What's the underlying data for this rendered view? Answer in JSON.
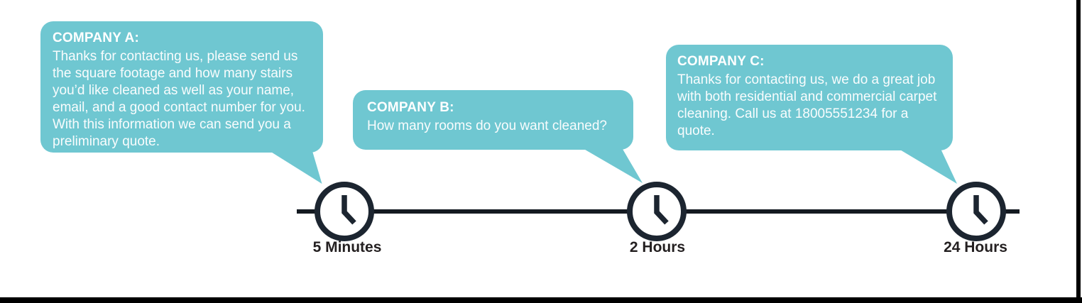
{
  "timeline": {
    "entries": [
      {
        "company": "COMPANY A:",
        "message": "Thanks for contacting us, please send us the square footage and how many stairs you’d like cleaned as well as your name, email, and a good contact number for you. With this information we can send you a preliminary quote.",
        "time": "5 Minutes"
      },
      {
        "company": "COMPANY B:",
        "message": "How many rooms do you want cleaned?",
        "time": "2 Hours"
      },
      {
        "company": "COMPANY C:",
        "message": "Thanks for contacting us, we do a great job with both residential and commercial carpet cleaning. Call us at 18005551234 for a quote.",
        "time": "24 Hours"
      }
    ]
  },
  "icons": {
    "clock": "clock-icon"
  },
  "colors": {
    "bubble_fill": "#6fc7d1",
    "bubble_text": "#ffffff",
    "clock_color": "#1c2530",
    "line_color": "#141a21",
    "label_color": "#231f20",
    "frame_color": "#000000"
  }
}
